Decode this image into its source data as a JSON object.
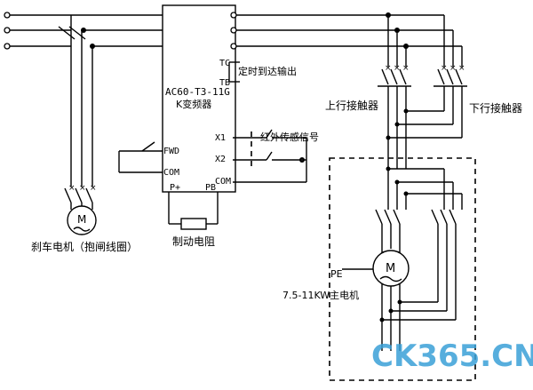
{
  "diagram": {
    "inverter": {
      "model": "AC60-T3-11G",
      "name": "K变频器",
      "terminals": {
        "tc": "TC",
        "tb": "TB",
        "fwd": "FWD",
        "com": "COM",
        "x1": "X1",
        "x2": "X2",
        "com_right": "COM",
        "p_plus": "P+",
        "pb": "PB"
      }
    },
    "labels": {
      "timer_output": "定时到达输出",
      "ir_signal": "红外传感信号",
      "up_contactor": "上行接触器",
      "down_contactor": "下行接触器",
      "brake_motor": "刹车电机（抱闸线圈）",
      "brake_resistor": "制动电阻",
      "main_motor": "7.5-11KW主电机",
      "pe": "PE",
      "motor_symbol": "M"
    },
    "watermark": "CK365.CN"
  }
}
